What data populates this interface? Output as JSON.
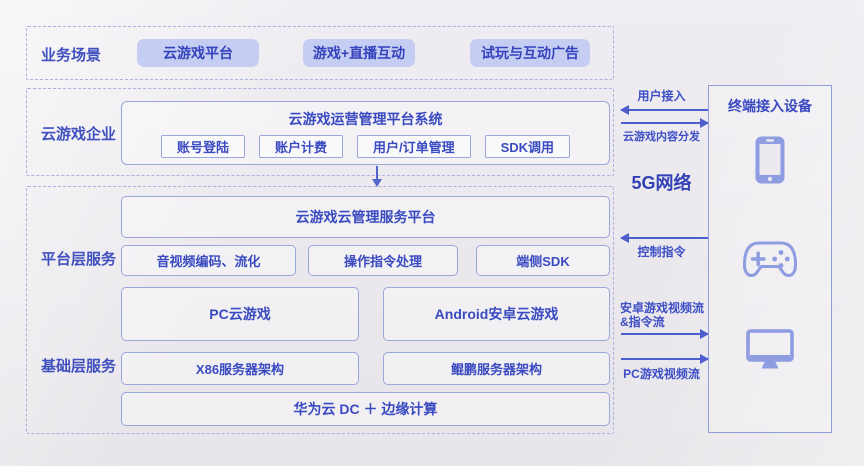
{
  "business": {
    "label": "业务场景",
    "pills": [
      "云游戏平台",
      "游戏+直播互动",
      "试玩与互动广告"
    ]
  },
  "enterprise": {
    "label": "云游戏企业",
    "platform_title": "云游戏运营管理平台系统",
    "modules": [
      "账号登陆",
      "账户计费",
      "用户/订单管理",
      "SDK调用"
    ]
  },
  "platform": {
    "label": "平台层服务",
    "management": "云游戏云管理服务平台",
    "services": [
      "音视频编码、流化",
      "操作指令处理",
      "端侧SDK"
    ],
    "runtimes": [
      "PC云游戏",
      "Android安卓云游戏"
    ]
  },
  "infrastructure": {
    "label": "基础层服务",
    "servers": [
      "X86服务器架构",
      "鲲鹏服务器架构"
    ],
    "cloud": "华为云 DC ＋ 边缘计算"
  },
  "network": {
    "label": "5G网络",
    "flows": {
      "user_access": "用户接入",
      "content_distribution": "云游戏内容分发",
      "control_command": "控制指令",
      "android_stream": "安卓游戏视频流 &指令流",
      "pc_stream": "PC游戏视频流"
    }
  },
  "terminal": {
    "title": "终端接入设备",
    "devices": [
      "smartphone",
      "gamepad",
      "monitor"
    ]
  },
  "colors": {
    "accent_text": "#3a4ac1",
    "pill_bg": "#c6cdf3",
    "box_border": "#9ba6dd",
    "dashed_border": "#a9b1e0",
    "arrow": "#4c5dce",
    "icon": "#8e9ce2",
    "page_bg": "#eae8ec"
  }
}
